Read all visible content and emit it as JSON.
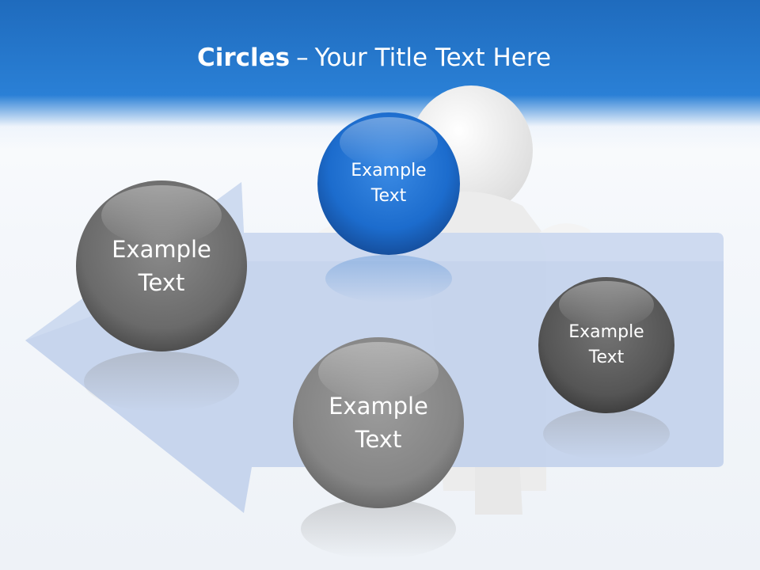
{
  "slide": {
    "title_bold": "Circles",
    "title_sep": "–",
    "title_rest": "Your Title Text Here"
  },
  "circles": [
    {
      "line1": "Example",
      "line2": "Text",
      "color": "#1f6fd0"
    },
    {
      "line1": "Example",
      "line2": "Text",
      "color": "#6e6e6e"
    },
    {
      "line1": "Example",
      "line2": "Text",
      "color": "#565656"
    },
    {
      "line1": "Example",
      "line2": "Text",
      "color": "#858585"
    }
  ],
  "colors": {
    "header_blue": "#1f6bbd",
    "arrow": "#c4d3ec",
    "figure": "#f2f2f2"
  },
  "icons": [
    "stick-figure",
    "left-arrow"
  ]
}
